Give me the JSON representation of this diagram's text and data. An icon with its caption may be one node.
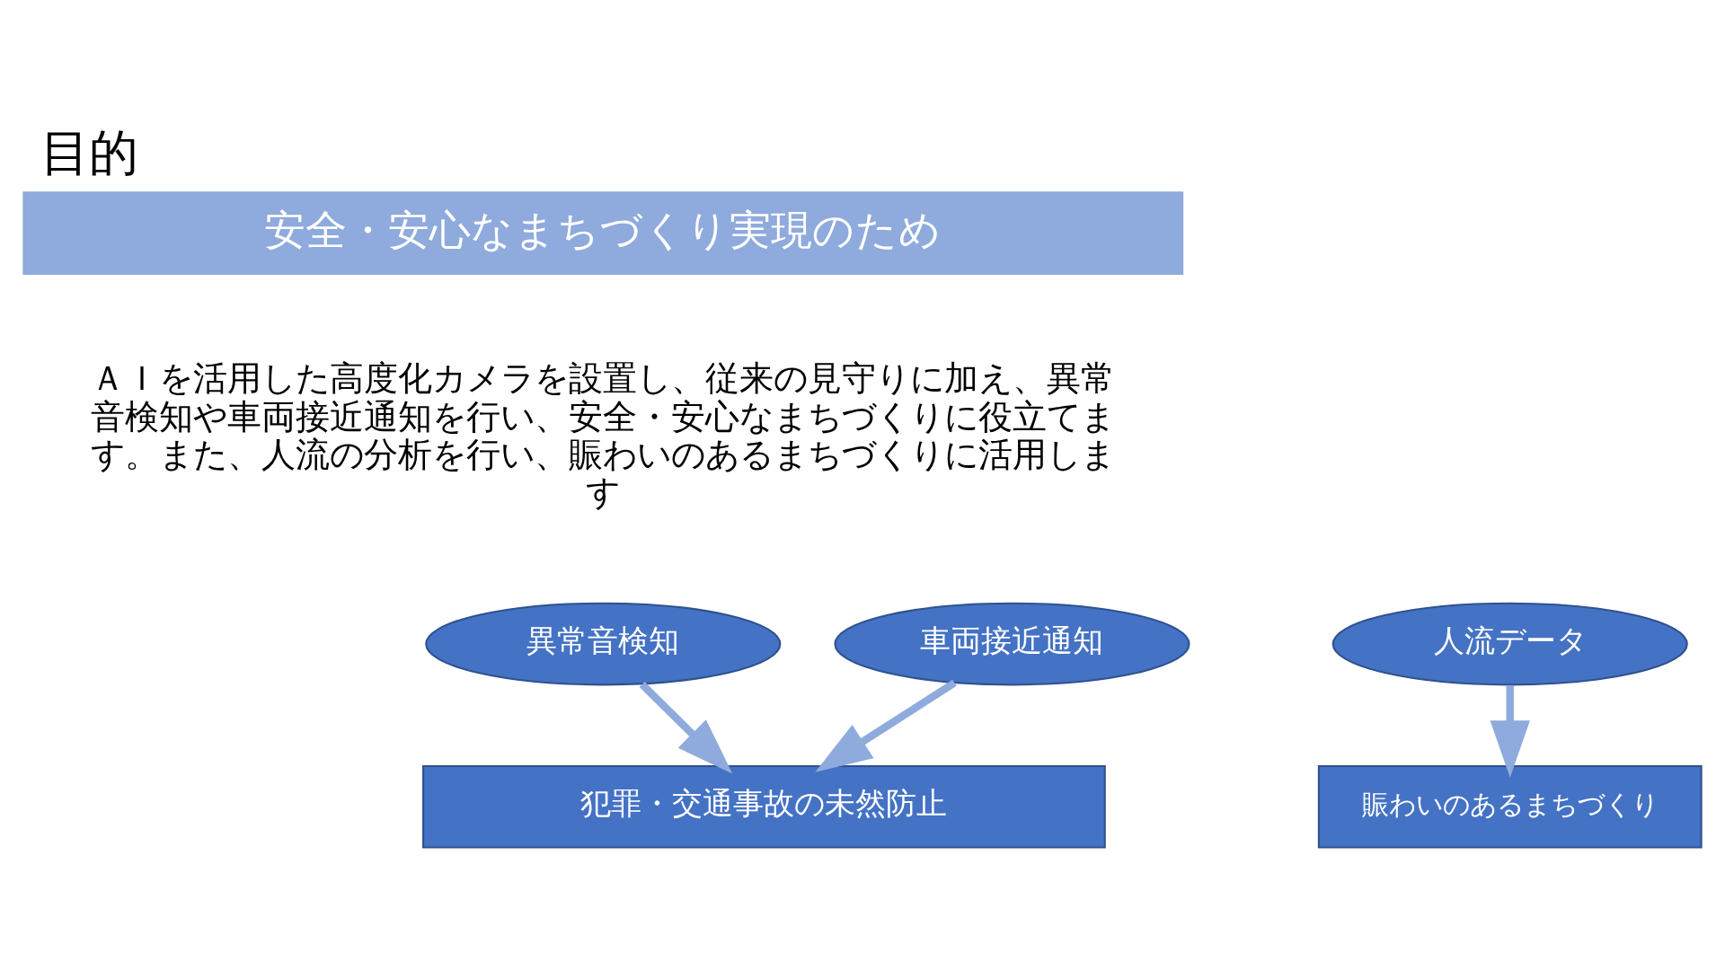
{
  "diagram": {
    "title": "目的",
    "nodes": [
      {
        "text": [
          "安全・安心なまちづくり実現のため"
        ]
      },
      {
        "text": [
          "異常音検知"
        ]
      },
      {
        "text": [
          "車両接近通知"
        ]
      },
      {
        "text": [
          "人流データ"
        ]
      },
      {
        "text": [
          "犯罪・交通事故の未然防止"
        ]
      },
      {
        "text": [
          "賑わいのあるまちづくり"
        ]
      }
    ],
    "edges": [
      {
        "from": 1,
        "to": 4,
        "arrow": "to"
      },
      {
        "from": 2,
        "to": 4,
        "arrow": "to"
      },
      {
        "from": 3,
        "to": 5,
        "arrow": "to"
      }
    ],
    "labels": [
      "ＡＩを活用した高度化カメラを設置し、従来の見守りに加え、異常音検知や車両接近通知を行い、安全・安心なまちづくりに役立てます。また、人流の分析を行い、賑わいのあるまちづくりに活用します"
    ]
  }
}
